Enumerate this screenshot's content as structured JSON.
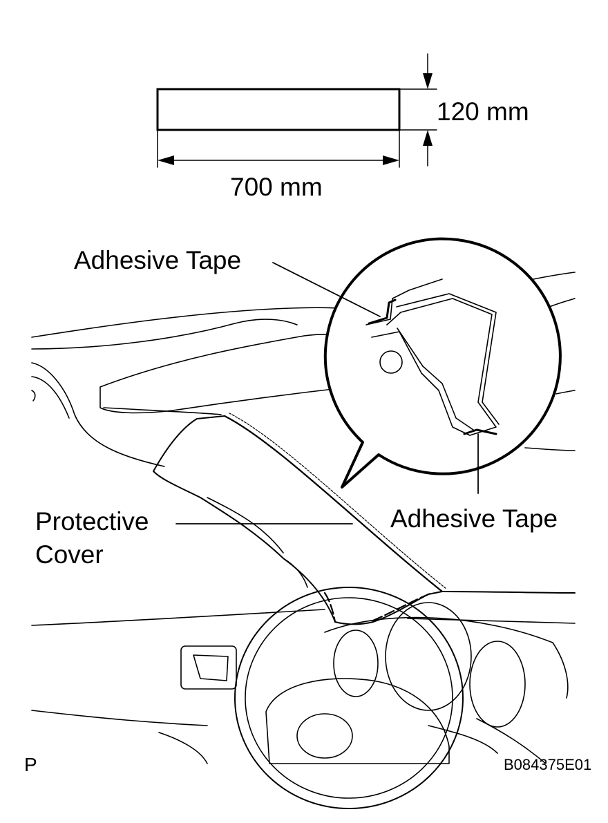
{
  "dimensions": {
    "height_label": "120 mm",
    "width_label": "700 mm"
  },
  "callouts": {
    "adhesive_tape_top": "Adhesive Tape",
    "adhesive_tape_bottom": "Adhesive Tape",
    "protective_cover_line1": "Protective",
    "protective_cover_line2": "Cover"
  },
  "footer": {
    "corner_letter": "P",
    "figure_id": "B084375E01"
  },
  "colors": {
    "ink": "#000000",
    "paper": "#ffffff"
  }
}
